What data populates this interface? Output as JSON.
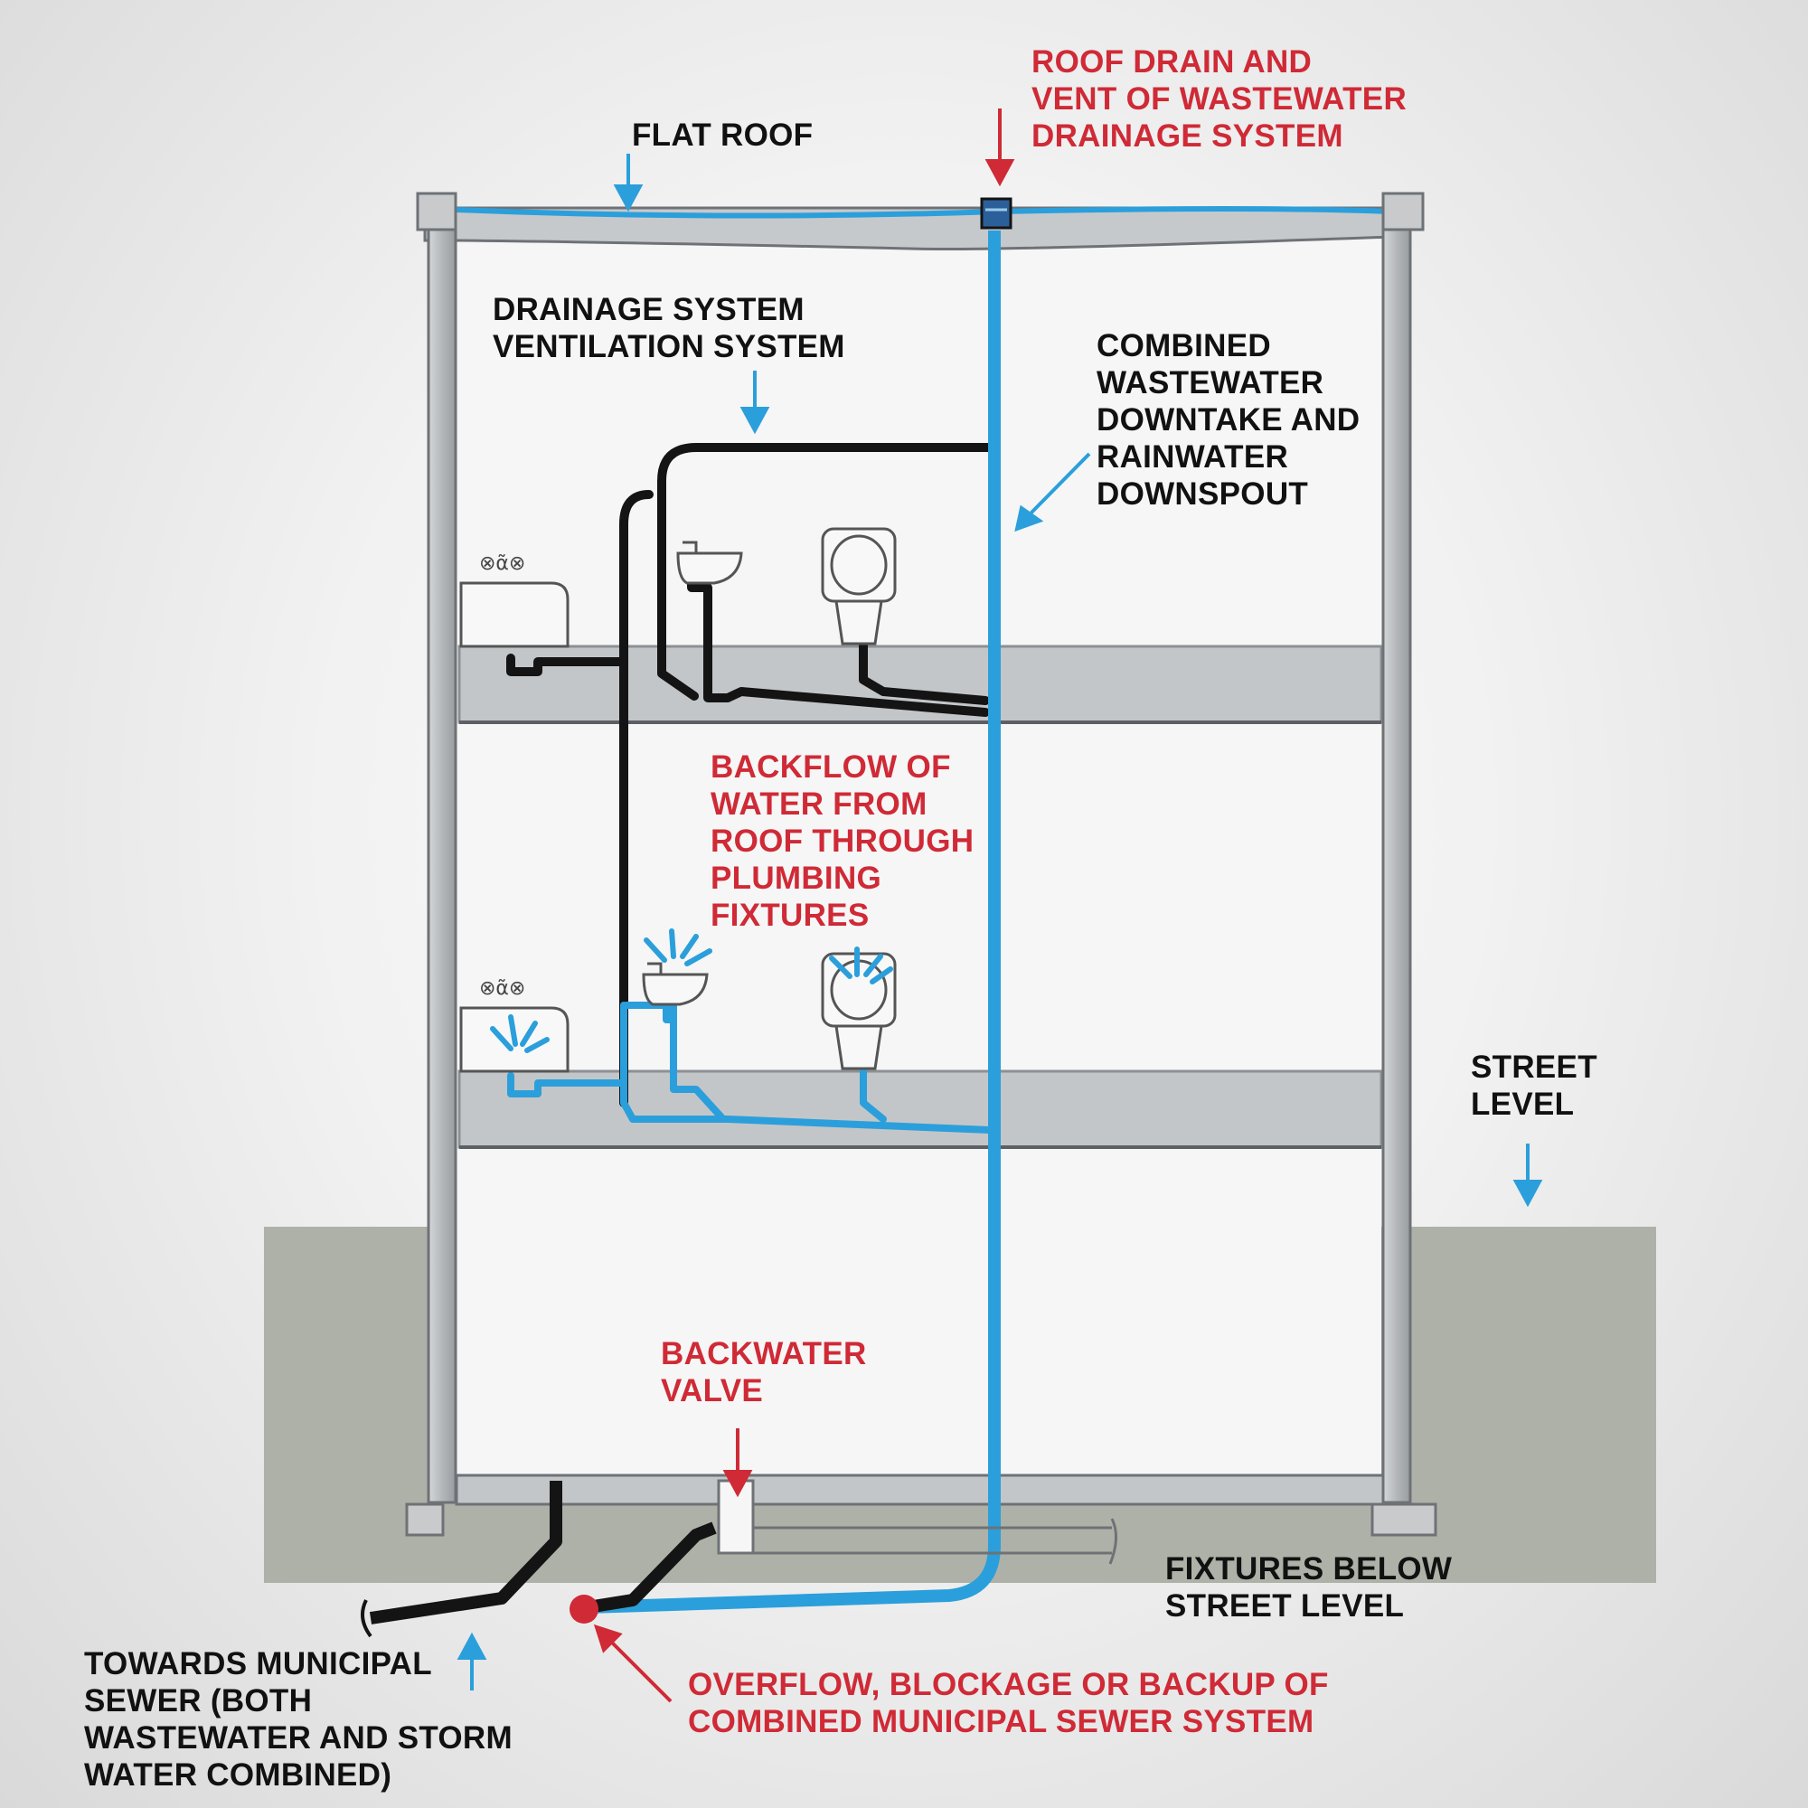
{
  "labels": {
    "flat_roof": "FLAT ROOF",
    "roof_drain": "ROOF DRAIN AND\nVENT OF WASTEWATER\nDRAINAGE SYSTEM",
    "drainage_ventilation": "DRAINAGE SYSTEM\nVENTILATION SYSTEM",
    "combined_downtake": "COMBINED\nWASTEWATER\nDOWNTAKE AND\nRAINWATER\nDOWNSPOUT",
    "backflow": "BACKFLOW OF\nWATER FROM\nROOF THROUGH\nPLUMBING\nFIXTURES",
    "street_level": "STREET\nLEVEL",
    "backwater_valve": "BACKWATER\nVALVE",
    "fixtures_below": "FIXTURES BELOW\nSTREET LEVEL",
    "municipal_sewer": "TOWARDS MUNICIPAL\nSEWER (BOTH\nWASTEWATER AND STORM\nWATER COMBINED)",
    "overflow": "OVERFLOW, BLOCKAGE OR BACKUP OF\nCOMBINED MUNICIPAL SEWER SYSTEM"
  },
  "colors": {
    "water": "#2b9fdb",
    "pipe": "#141414",
    "alert": "#cf2a36",
    "structure": "#b9bcbf",
    "ground": "#aeb1a8"
  }
}
